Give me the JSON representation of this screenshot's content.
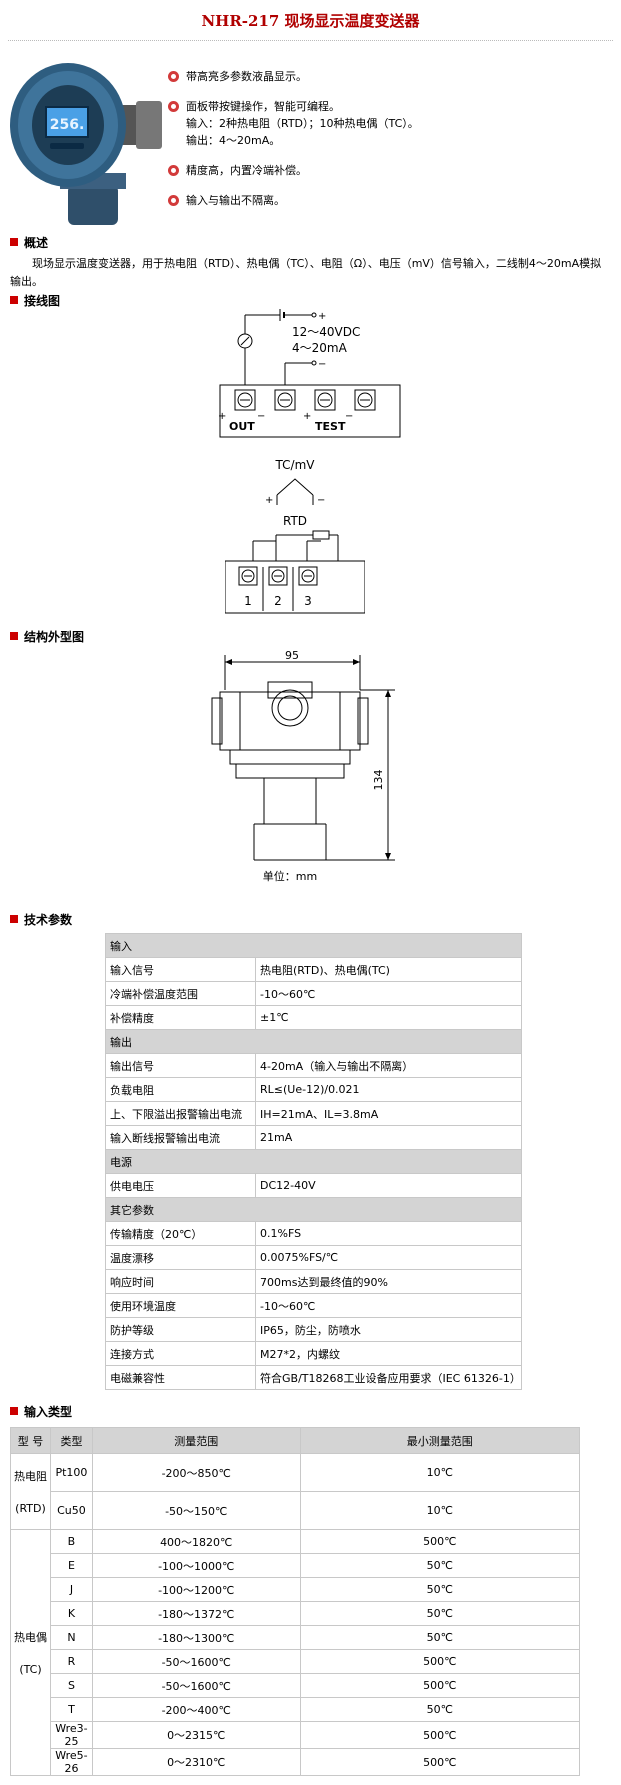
{
  "title": "NHR-217 现场显示温度变送器",
  "display_reading": "256.",
  "features": [
    {
      "text": "带高亮多参数液晶显示。"
    },
    {
      "text": "面板带按键操作，智能可编程。",
      "sub": [
        "输入：2种热电阻（RTD）；10种热电偶（TC）。",
        "输出：4～20mA。"
      ]
    },
    {
      "text": "精度高，内置冷端补偿。"
    },
    {
      "text": "输入与输出不隔离。"
    }
  ],
  "sections": {
    "overview": "概述",
    "wiring": "接线图",
    "structure": "结构外型图",
    "params": "技术参数",
    "input_types": "输入类型"
  },
  "overview_text": "现场显示温度变送器，用于热电阻（RTD）、热电偶（TC）、电阻（Ω）、电压（mV）信号输入，二线制4～20mA模拟输出。",
  "wiring": {
    "supply_voltage": "12～40VDC",
    "current": "4～20mA",
    "plus": "+",
    "minus": "−",
    "out": "OUT",
    "test": "TEST",
    "tcmv": "TC/mV",
    "rtd": "RTD",
    "terminals": [
      "1",
      "2",
      "3"
    ]
  },
  "dims": {
    "width": "95",
    "height": "134",
    "unit": "单位：mm"
  },
  "params": [
    {
      "group": "输入"
    },
    {
      "k": "输入信号",
      "v": "热电阻(RTD)、热电偶(TC)"
    },
    {
      "k": "冷端补偿温度范围",
      "v": "-10～60℃"
    },
    {
      "k": "补偿精度",
      "v": "±1℃"
    },
    {
      "group": "输出"
    },
    {
      "k": "输出信号",
      "v": "4-20mA（输入与输出不隔离）"
    },
    {
      "k": "负载电阻",
      "v": "RL≤(Ue-12)/0.021"
    },
    {
      "k": "上、下限溢出报警输出电流",
      "v": "IH=21mA、IL=3.8mA"
    },
    {
      "k": "输入断线报警输出电流",
      "v": "21mA"
    },
    {
      "group": "电源"
    },
    {
      "k": "供电电压",
      "v": "DC12-40V"
    },
    {
      "group": "其它参数"
    },
    {
      "k": "传输精度（20℃）",
      "v": "0.1%FS"
    },
    {
      "k": "温度漂移",
      "v": "0.0075%FS/℃"
    },
    {
      "k": "响应时间",
      "v": "700ms达到最终值的90%"
    },
    {
      "k": "使用环境温度",
      "v": "-10～60℃"
    },
    {
      "k": "防护等级",
      "v": "IP65，防尘，防喷水"
    },
    {
      "k": "连接方式",
      "v": "M27*2，内螺纹"
    },
    {
      "k": "电磁兼容性",
      "v": "符合GB/T18268工业设备应用要求（IEC 61326-1）"
    }
  ],
  "types_header": [
    "型 号",
    "类型",
    "测量范围",
    "最小测量范围"
  ],
  "rtd_label": [
    "热电阻",
    "(RTD)"
  ],
  "tc_label": [
    "热电偶",
    "(TC)"
  ],
  "rtd_rows": [
    {
      "t": "Pt100",
      "r": "-200～850℃",
      "m": "10℃"
    },
    {
      "t": "Cu50",
      "r": "-50～150℃",
      "m": "10℃"
    }
  ],
  "tc_rows": [
    {
      "t": "B",
      "r": "400～1820℃",
      "m": "500℃"
    },
    {
      "t": "E",
      "r": "-100～1000℃",
      "m": "50℃"
    },
    {
      "t": "J",
      "r": "-100～1200℃",
      "m": "50℃"
    },
    {
      "t": "K",
      "r": "-180～1372℃",
      "m": "50℃"
    },
    {
      "t": "N",
      "r": "-180～1300℃",
      "m": "50℃"
    },
    {
      "t": "R",
      "r": "-50～1600℃",
      "m": "500℃"
    },
    {
      "t": "S",
      "r": "-50～1600℃",
      "m": "500℃"
    },
    {
      "t": "T",
      "r": "-200～400℃",
      "m": "50℃"
    },
    {
      "t": "Wre3-25",
      "r": "0～2315℃",
      "m": "500℃"
    },
    {
      "t": "Wre5-26",
      "r": "0～2310℃",
      "m": "500℃"
    }
  ]
}
